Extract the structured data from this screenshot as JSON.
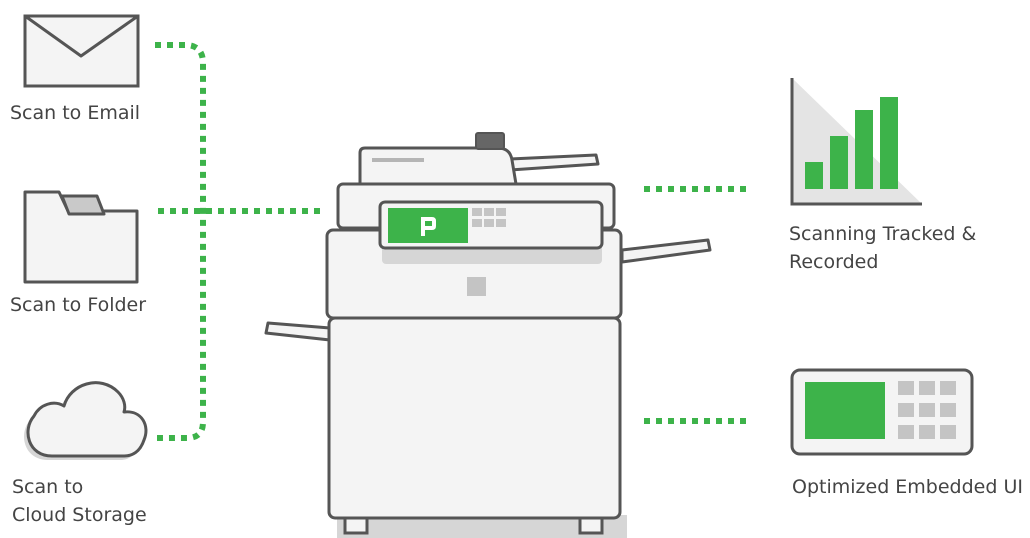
{
  "colors": {
    "accent": "#3db34a",
    "outline": "#555555",
    "body_fill": "#f4f4f4",
    "shadow": "#d6d6d6",
    "key_gray": "#c4c4c4",
    "text": "#444444"
  },
  "left_labels": {
    "email": "Scan to Email",
    "folder": "Scan to Folder",
    "cloud_line1": "Scan to",
    "cloud_line2": "Cloud Storage"
  },
  "right_labels": {
    "tracked_line1": "Scanning Tracked &",
    "tracked_line2": "Recorded",
    "ui": "Optimized Embedded UI"
  },
  "icons": [
    "envelope-icon",
    "folder-icon",
    "cloud-icon",
    "printer-icon",
    "bar-chart-icon",
    "embedded-ui-icon"
  ]
}
